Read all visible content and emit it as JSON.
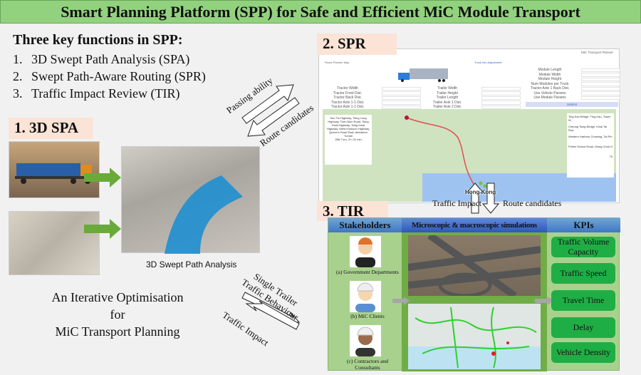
{
  "title": "Smart Planning Platform (SPP) for Safe and Efficient MiC Module Transport",
  "key_functions": {
    "heading": "Three key functions in SPP:",
    "items": [
      {
        "num": "1.",
        "text": "3D Swept Path Analysis (SPA)"
      },
      {
        "num": "2.",
        "text": "Swept Path-Aware Routing (SPR)"
      },
      {
        "num": "3.",
        "text": "Traffic Impact Review (TIR)"
      }
    ]
  },
  "spa": {
    "label": "1. 3D SPA",
    "caption": "3D Swept Path Analysis"
  },
  "iterative": {
    "line1": "An Iterative Optimisation",
    "line2": "for",
    "line3": "MiC Transport Planning"
  },
  "arrows": {
    "passing_ability": "Passing ability",
    "route_candidates": "Route candidates",
    "single_trailer": "Single Trailer",
    "traffic_behaviour": "Traffic Behaviour",
    "traffic_impact": "Traffic Impact",
    "mid_traffic_impact": "Traffic Impact",
    "mid_route_candidates": "Route candidates"
  },
  "spr": {
    "label": "2. SPR",
    "app_user": "MiC Transport Planner",
    "tab_map": "Route Planner Map",
    "tab_truck": "Truck Info Adjustment",
    "left_fields": [
      "Tractor Width",
      "Tractor Front Dist.",
      "Tractor Back Dist.",
      "Tractor Axle 1-1 Dist.",
      "Tractor Axle 1-1 Dist."
    ],
    "mid_fields": [
      "Trailer Width",
      "Trailer Height",
      "Trailer Length",
      "Trailer Axle 1 Dist.",
      "Trailer Axle 2 Dist."
    ],
    "right_fields": [
      "Module Length",
      "Module Width",
      "Module Height",
      "Num Modules per Truck",
      "Tractor Axle 1 Back Dist.",
      "Use Vehicle Params",
      "Use Module Params"
    ],
    "submit": "Submit",
    "route_desc": "Son Tin Highway, Tsing Long Highway, Tuen Mun Road, Tsing Kwai Highway, Tsing Kwai Highway, West Kowloon Highway, Queen's Road East, Aberdeen Tunnel",
    "route_summary": "288.7 km, 3 h 31 min",
    "route_list": [
      "Ting Kau Bridge, Ting Kau, Tsuen W",
      "Cheung Tsing Bridge, Kwai Tai Roa",
      "Western Harbour Crossing, Tai Pin",
      "Police School Road, Wong Chuk H"
    ],
    "page": "75",
    "map_city": "Hong Kong"
  },
  "tir": {
    "label": "3. TIR",
    "headers": [
      "Stakeholders",
      "Microscopic & macroscopic simulations",
      "KPIs"
    ],
    "stakeholders": [
      "(a) Government Departments",
      "(b) MiC Clients",
      "(c) Contractors and Consultants"
    ],
    "kpis": [
      "Traffic Volume Capacity",
      "Traffic Speed",
      "Travel Time",
      "Delay",
      "Vehicle Density"
    ]
  },
  "colors": {
    "title_bg": "#92d27e",
    "label_bg": "#fbe3d6",
    "kpi": "#1fae45",
    "panel": "#a9d18e",
    "header": "#4a84c8",
    "arrow_green": "#6aaa3a"
  }
}
